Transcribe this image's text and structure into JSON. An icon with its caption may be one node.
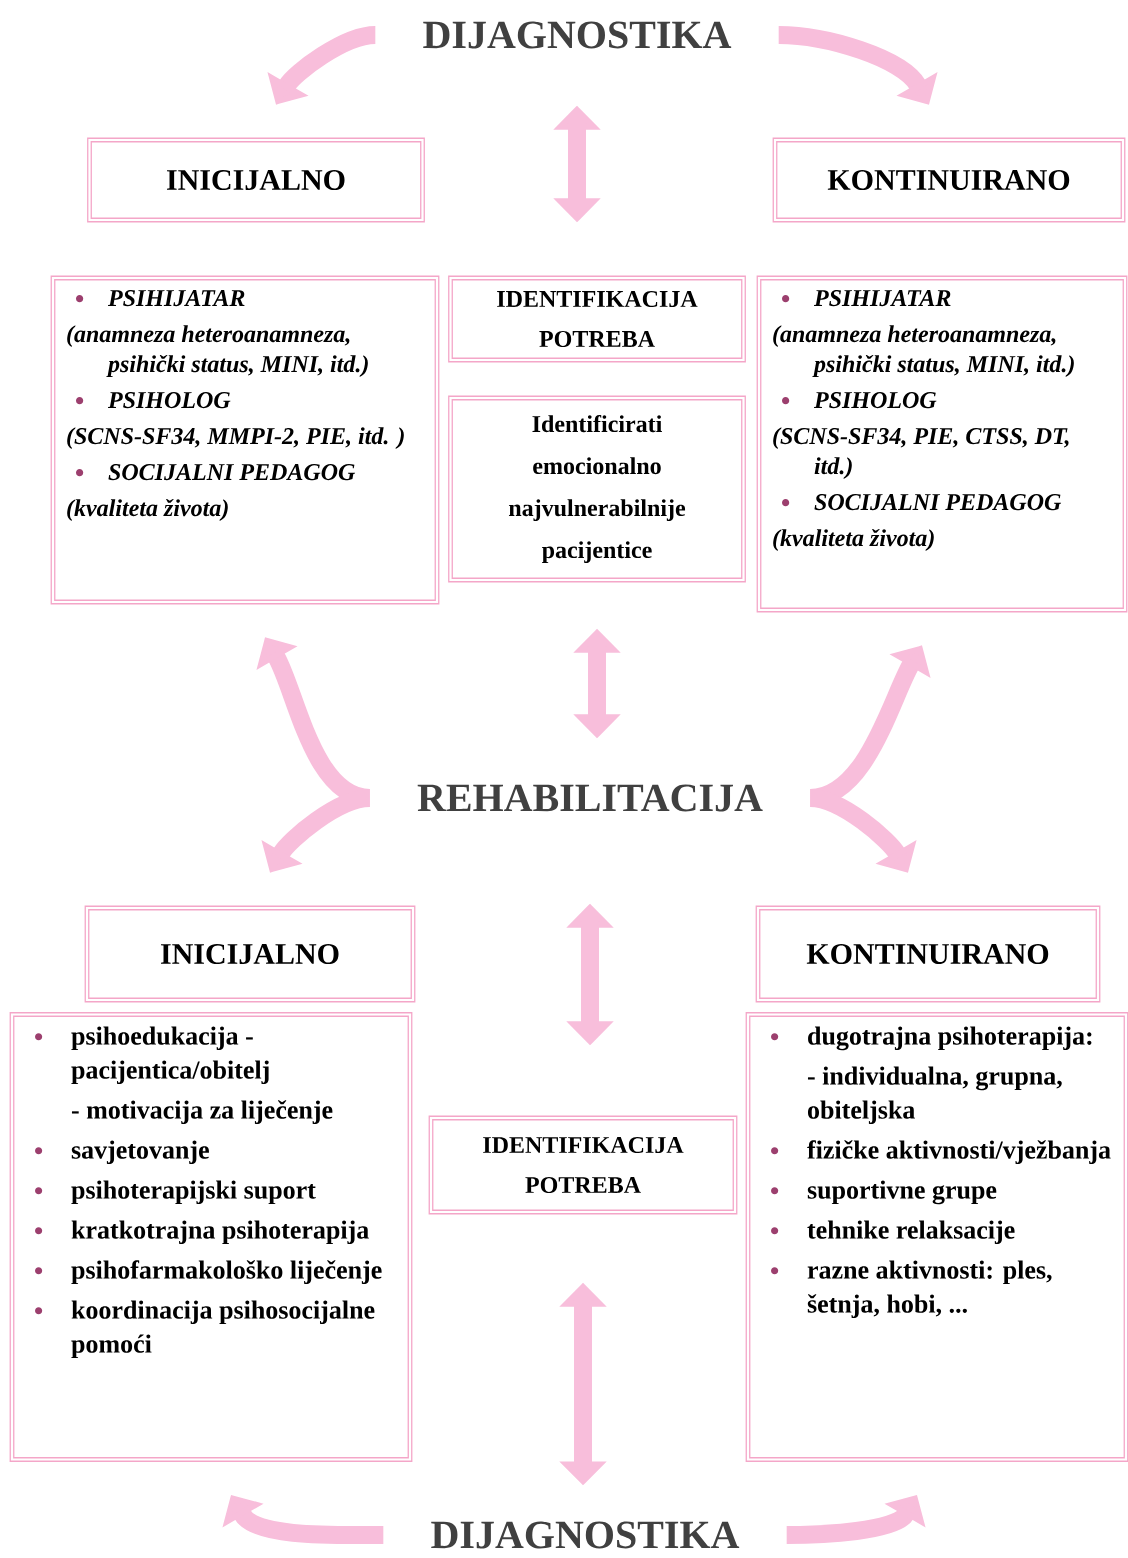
{
  "diagram": {
    "nodes": [
      {
        "text": [
          "DIJAGNOSTIKA"
        ]
      },
      {
        "text": [
          "INICIJALNO"
        ]
      },
      {
        "text": [
          "KONTINUIRANO"
        ]
      },
      {
        "text": [
          "PSIHIJATAR",
          "(anamneza heteroanamneza, psihički status, MINI, itd.)",
          "PSIHOLOG",
          "(SCNS-SF34, MMPI-2, PIE, itd. )",
          "SOCIJALNI PEDAGOG",
          "(kvaliteta života)"
        ]
      },
      {
        "text": [
          "IDENTIFIKACIJA POTREBA"
        ]
      },
      {
        "text": [
          "Identificirati emocionalno najvulnerabilnije pacijentice"
        ]
      },
      {
        "text": [
          "PSIHIJATAR",
          "(anamneza heteroanamneza, psihički status, MINI, itd.)",
          "PSIHOLOG",
          "(SCNS-SF34, PIE, CTSS, DT, itd.)",
          "SOCIJALNI PEDAGOG",
          "(kvaliteta života)"
        ]
      },
      {
        "text": [
          "REHABILITACIJA"
        ]
      },
      {
        "text": [
          "INICIJALNO"
        ]
      },
      {
        "text": [
          "KONTINUIRANO"
        ]
      },
      {
        "text": [
          "psihoedukacija - pacijentica/obitelj",
          "- motivacija za liječenje",
          "savjetovanje",
          "psihoterapijski suport",
          "kratkotrajna psihoterapija",
          "psihofarmakološko liječenje",
          "koordinacija psihosocijalne pomoći"
        ]
      },
      {
        "text": [
          "IDENTIFIKACIJA POTREBA"
        ]
      },
      {
        "text": [
          "dugotrajna psihoterapija:",
          "- individualna, grupna, obiteljska",
          "fizičke aktivnosti/vježbanja",
          "suportivne grupe",
          "tehnike relaksacije",
          "razne aktivnosti: ples, šetnja, hobi, ..."
        ]
      },
      {
        "text": [
          "DIJAGNOSTIKA"
        ]
      }
    ],
    "edges": [
      {
        "from": 0,
        "to": 1,
        "arrow": "to"
      },
      {
        "from": 0,
        "to": 2,
        "arrow": "to"
      },
      {
        "from": 0,
        "to": 4,
        "arrow": "both"
      },
      {
        "from": 5,
        "to": 7,
        "arrow": "both"
      },
      {
        "from": 7,
        "to": 3,
        "arrow": "to"
      },
      {
        "from": 7,
        "to": 6,
        "arrow": "to"
      },
      {
        "from": 7,
        "to": 8,
        "arrow": "to"
      },
      {
        "from": 7,
        "to": 9,
        "arrow": "to"
      },
      {
        "from": 7,
        "to": 11,
        "arrow": "both"
      },
      {
        "from": 11,
        "to": 13,
        "arrow": "both"
      },
      {
        "from": 13,
        "to": 10,
        "arrow": "to"
      },
      {
        "from": 13,
        "to": 12,
        "arrow": "to"
      }
    ]
  }
}
